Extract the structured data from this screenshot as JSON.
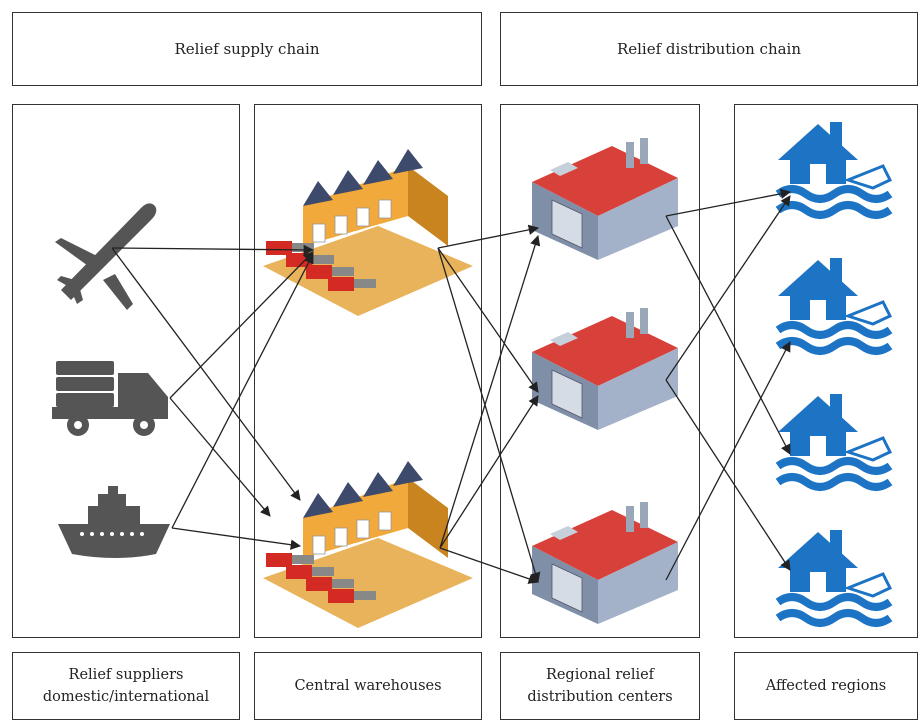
{
  "headers": {
    "supply": "Relief supply chain",
    "distribution": "Relief distribution chain"
  },
  "columns": {
    "suppliers": {
      "line1": "Relief suppliers",
      "line2": "domestic/international"
    },
    "warehouses": {
      "label": "Central warehouses"
    },
    "regional": {
      "line1": "Regional relief",
      "line2": "distribution centers"
    },
    "affected": {
      "label": "Affected regions"
    }
  },
  "icons": {
    "suppliers": [
      "airplane-icon",
      "cargo-truck-icon",
      "cargo-ship-icon"
    ],
    "warehouses": [
      "central-warehouse-icon",
      "central-warehouse-icon"
    ],
    "regional": [
      "distribution-center-icon",
      "distribution-center-icon",
      "distribution-center-icon"
    ],
    "affected": [
      "flooded-house-icon",
      "flooded-house-icon",
      "flooded-house-icon",
      "flooded-house-icon"
    ]
  },
  "colors": {
    "transport": "#555555",
    "warehouse_wall": "#f0a93a",
    "warehouse_roof": "#3d4a6b",
    "truck": "#d42a24",
    "center_roof": "#d8413a",
    "center_wall": "#7f8fa8",
    "flood_blue": "#1d74c4",
    "arrow": "#222222"
  }
}
